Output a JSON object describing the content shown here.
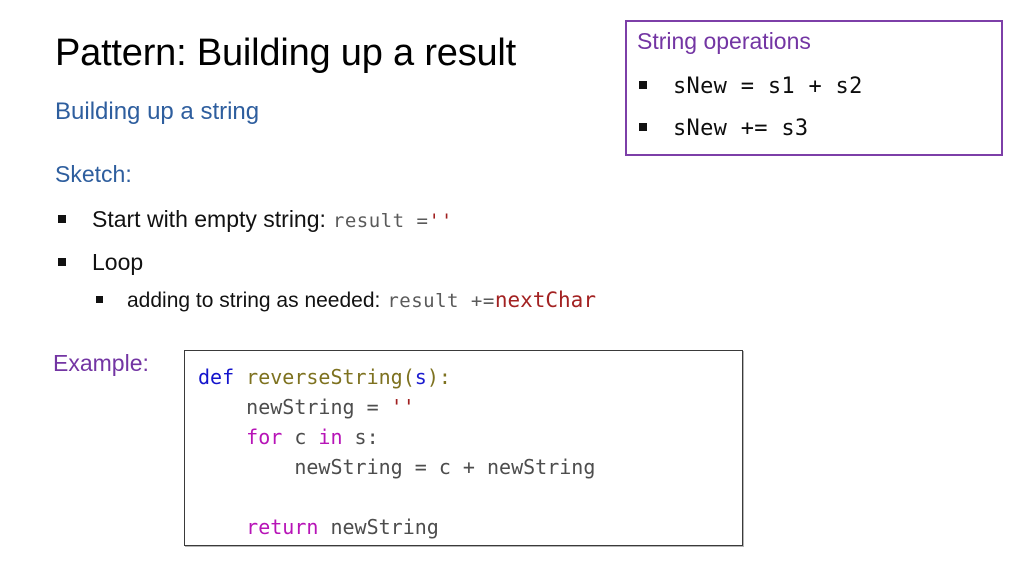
{
  "slide": {
    "title": "Pattern: Building up a result",
    "subtitle": "Building up a string",
    "sketch_label": "Sketch:",
    "example_label": "Example:"
  },
  "colors": {
    "title": "#000000",
    "subtitle_blue": "#2E5E9E",
    "accent_purple": "#7335A3",
    "box_border_purple": "#7D3FA8",
    "code_border": "#3A3A3A",
    "string_red": "#A02020",
    "keyword_magenta": "#B714B7",
    "def_blue": "#1414CC",
    "function_olive": "#7E7220",
    "code_gray": "#4D4D4D"
  },
  "sketch": {
    "bullets": [
      {
        "level": 1,
        "text": "Start with empty string:",
        "code": "result = ",
        "string_literal": "''"
      },
      {
        "level": 1,
        "text": "Loop",
        "code": "",
        "string_literal": ""
      },
      {
        "level": 2,
        "text": "adding to string as needed:",
        "code": "result += ",
        "variable": "nextChar"
      }
    ]
  },
  "code_example": {
    "language": "python",
    "lines": [
      [
        {
          "t": "def",
          "c": "def"
        },
        {
          "t": " ",
          "c": "plain"
        },
        {
          "t": "reverseString",
          "c": "fn"
        },
        {
          "t": "(",
          "c": "fn"
        },
        {
          "t": "s",
          "c": "arg"
        },
        {
          "t": "):",
          "c": "fn"
        }
      ],
      [
        {
          "t": "    newString = ",
          "c": "plain"
        },
        {
          "t": "''",
          "c": "str"
        }
      ],
      [
        {
          "t": "    ",
          "c": "plain"
        },
        {
          "t": "for",
          "c": "kw"
        },
        {
          "t": " c ",
          "c": "plain"
        },
        {
          "t": "in",
          "c": "kw"
        },
        {
          "t": " s:",
          "c": "plain"
        }
      ],
      [
        {
          "t": "        newString = c + newString",
          "c": "plain"
        }
      ],
      [
        {
          "t": "",
          "c": "plain"
        }
      ],
      [
        {
          "t": "    ",
          "c": "plain"
        },
        {
          "t": "return",
          "c": "kw"
        },
        {
          "t": " newString",
          "c": "plain"
        }
      ]
    ]
  },
  "string_operations": {
    "title": "String operations",
    "items": [
      "sNew = s1 + s2",
      "sNew += s3"
    ]
  }
}
